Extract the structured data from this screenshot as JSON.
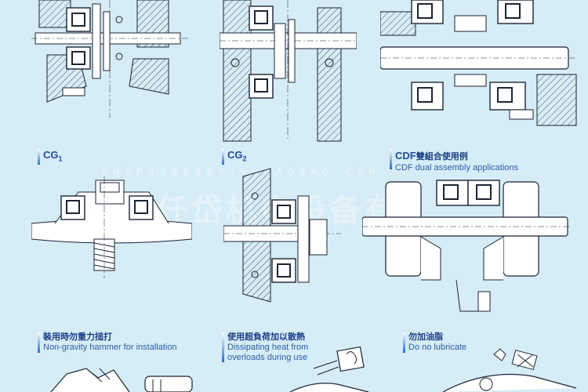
{
  "captions": {
    "cg1": {
      "code": "CG",
      "sub": "1"
    },
    "cg2": {
      "code": "CG",
      "sub": "2"
    },
    "cdf": {
      "code": "CDF",
      "cn": "雙組合使用例",
      "en": "CDF dual assembly applications"
    },
    "gravity": {
      "cn": "裝用時勿重力搥打",
      "en": "Non-gravity hammer for installation"
    },
    "heat": {
      "cn": "使用超負荷加以散熱",
      "en1": "Dissipating heat from",
      "en2": "overloads during use"
    },
    "lube": {
      "cn": "勿加油脂",
      "en": "Do no lubricate"
    }
  },
  "watermark": {
    "url": "SHOP406936?70.TAOBAO.COM",
    "cn": "仟岱机电设备有"
  },
  "colors": {
    "background": "#d6ecf6",
    "line": "#1a2433",
    "caption_blue": "#1f4f9a"
  }
}
